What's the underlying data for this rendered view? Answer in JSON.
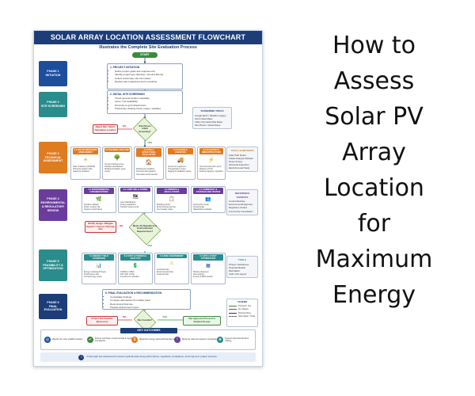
{
  "poster": {
    "title": "SOLAR ARRAY LOCATION ASSESSMENT FLOWCHART",
    "subtitle": "Illustrates the Complete Site Evaluation Process",
    "start_label": "START",
    "phases": [
      {
        "label": "PHASE 1",
        "sub": "INITIATION",
        "color": "#1c4e9c"
      },
      {
        "label": "PHASE 2",
        "sub": "SITE SCREENING",
        "color": "#2a8c8c"
      },
      {
        "label": "PHASE 3",
        "sub": "TECHNICAL ASSESSMENT",
        "color": "#e07b1f"
      },
      {
        "label": "PHASE 4",
        "sub": "ENVIRONMENTAL & REGULATORY REVIEW",
        "color": "#6a3d9a"
      },
      {
        "label": "PHASE 5",
        "sub": "FEASIBILITY & OPTIMIZATION",
        "color": "#2a8c8c"
      },
      {
        "label": "PHASE 6",
        "sub": "FINAL EVALUATION",
        "color": "#1c3d78"
      }
    ],
    "step1": {
      "title": "1. PROJECT INITIATION",
      "items": [
        "Define project goals and requirements",
        "Identify project type (Rooftop / Ground-Mount)",
        "Collect preliminary site information",
        "Review client objectives and constraints"
      ]
    },
    "step2": {
      "title": "2. INITIAL SITE SCREENING",
      "items": [
        "Check general location suitability",
        "Land / roof availability",
        "Proximity to grid infrastructure",
        "Preliminary shading check (maps / satellite)"
      ]
    },
    "screening_tools": {
      "title": "SCREENING TOOLS",
      "items": [
        "Google Earth / Satellite Imagery",
        "GIS & Solar Maps",
        "Utility Information/Site Maps",
        "Site Photos / Visual Notes"
      ]
    },
    "decision1": {
      "text": "Site Passes Initial Screening?",
      "no": "NO",
      "yes": "YES"
    },
    "reject1": "Reject Site / Select Alternative Location",
    "tech_steps": [
      {
        "title": "3.1 SOLAR RESOURCE ASSESSMENT",
        "icon": "☀",
        "items": [
          "Solar irradiance (GHI/DNI)",
          "Historical weather data",
          "Seasonal variations"
        ]
      },
      {
        "title": "3.2 SHADING ANALYSIS",
        "icon": "🌳",
        "items": [
          "On-site shading survey",
          "Obstacle identification",
          "Shading simulation (year-round)"
        ]
      },
      {
        "title": "3.3 SITE & STRUCTURAL EVALUATION",
        "icon": "🏠",
        "items": [
          "Roof/ground condition",
          "Structural load capacity",
          "Orientation & tilt potential"
        ]
      },
      {
        "title": "3.4 ACCESS & LOGISTICS",
        "icon": "🚚",
        "items": [
          "Access for equipment",
          "Transportation routes",
          "Staging & installation space"
        ]
      },
      {
        "title": "3.5 ELECTRICAL INFRASTRUCTURE",
        "icon": "⚡",
        "items": [
          "Grid interconnection point",
          "Distance to POI",
          "Existing capacity / upgrades"
        ]
      }
    ],
    "tools_methods": {
      "title": "TOOLS & METHODS",
      "items": [
        "Solar Path Finder",
        "Shade Analysis Software",
        "Drone Survey",
        "Structural Inspection",
        "Electrical Load Study"
      ]
    },
    "env_steps": [
      {
        "title": "4.1 ENVIRONMENTAL CONSIDERATIONS",
        "icon": "🌿",
        "items": [
          "Sensitive habitats",
          "Flood / erosion risk",
          "Impact on local fauna"
        ]
      },
      {
        "title": "4.2 LAND USE & ZONING",
        "icon": "🗺",
        "items": [
          "Land classification",
          "Zoning regulations",
          "Setback requirements"
        ]
      },
      {
        "title": "4.3 PERMITS & REGULATIONS",
        "icon": "📋",
        "items": [
          "Building permits",
          "Environmental permits",
          "Fire & safety codes"
        ]
      },
      {
        "title": "4.4 COMMUNITY & STAKEHOLDER REVIEW",
        "icon": "👥",
        "items": [
          "Community impact",
          "Visual impact",
          "Stakeholder feedback"
        ]
      }
    ],
    "reference_sources": {
      "title": "REFERENCE SOURCES",
      "items": [
        "Local Authorities",
        "Environmental Agencies",
        "Regulatory Guides",
        "Community Consultation"
      ]
    },
    "decision2": {
      "text": "Meets All Regulatory & Environmental Requirements?",
      "no": "NO",
      "yes": "YES"
    },
    "modify1": "Modify design / Mitigate Impacts / Choose Alternate Site",
    "feas_steps": [
      {
        "title": "5.1 ENERGY YIELD ESTIMATION",
        "icon": "📊",
        "items": [
          "Energy modeling (PVsyst)",
          "Performance ratio",
          "Annual energy output"
        ]
      },
      {
        "title": "5.2 COST & FINANCIAL ANALYSIS",
        "icon": "💲",
        "items": [
          "CAPEX & OPEX",
          "ROI, IRR, LCOE",
          "Incentives & subsidies"
        ]
      },
      {
        "title": "5.3 RISK ASSESSMENT",
        "icon": "⚠",
        "items": [
          "Technical risks",
          "Environmental risks",
          "Financial risks"
        ]
      },
      {
        "title": "5.4 SITE LAYOUT OPTIMIZATION",
        "icon": "▦",
        "items": [
          "Module placement",
          "Row spacing",
          "Inverter & BOS location"
        ]
      }
    ],
    "tools2": {
      "title": "TOOLS",
      "items": [
        "PVsyst / HelioScope",
        "Financial Models",
        "Risk Matrix",
        "CAD / GIS Layout"
      ]
    },
    "step6": {
      "title": "6. FINAL EVALUATION & RECOMMENDATION",
      "items": [
        "Consolidate findings",
        "Compare alternatives (if multiple sites)",
        "Recommend final site",
        "Prepare assessment report"
      ]
    },
    "decision3": {
      "text": "Site Feasible?",
      "no": "NO",
      "yes": "YES"
    },
    "reject2": "Project Not Feasible (Reassess)",
    "approved": "Site Approved Proceed to Detailed Design",
    "legend": {
      "title": "LEGEND",
      "items": [
        "Proceed / Yes",
        "No / Reject",
        "Process Flow",
        "Information / Tools"
      ]
    },
    "outcomes": {
      "title": "KEY OUTCOMES",
      "items": [
        {
          "text": "Identify the most suitable location",
          "icon": "◎",
          "color": "#1c4e9c"
        },
        {
          "text": "Ensure technical, environmental & regulatory compliance",
          "icon": "✔",
          "color": "#3b8a3b"
        },
        {
          "text": "Maximize energy yield and financial returns",
          "icon": "$",
          "color": "#e07b1f"
        },
        {
          "text": "Minimize risks and project uncertainties",
          "icon": "!",
          "color": "#6a3d9a"
        },
        {
          "text": "Support informed decision making",
          "icon": "★",
          "color": "#2a8c8c"
        }
      ]
    },
    "footer": "A thorough site assessment ensures optimal solar array performance, regulatory compliance, and long-term project success.",
    "footer_icon": "i"
  },
  "heading": [
    "How to",
    "Assess",
    "Solar PV",
    "Array",
    "Location",
    "for",
    "Maximum",
    "Energy"
  ]
}
